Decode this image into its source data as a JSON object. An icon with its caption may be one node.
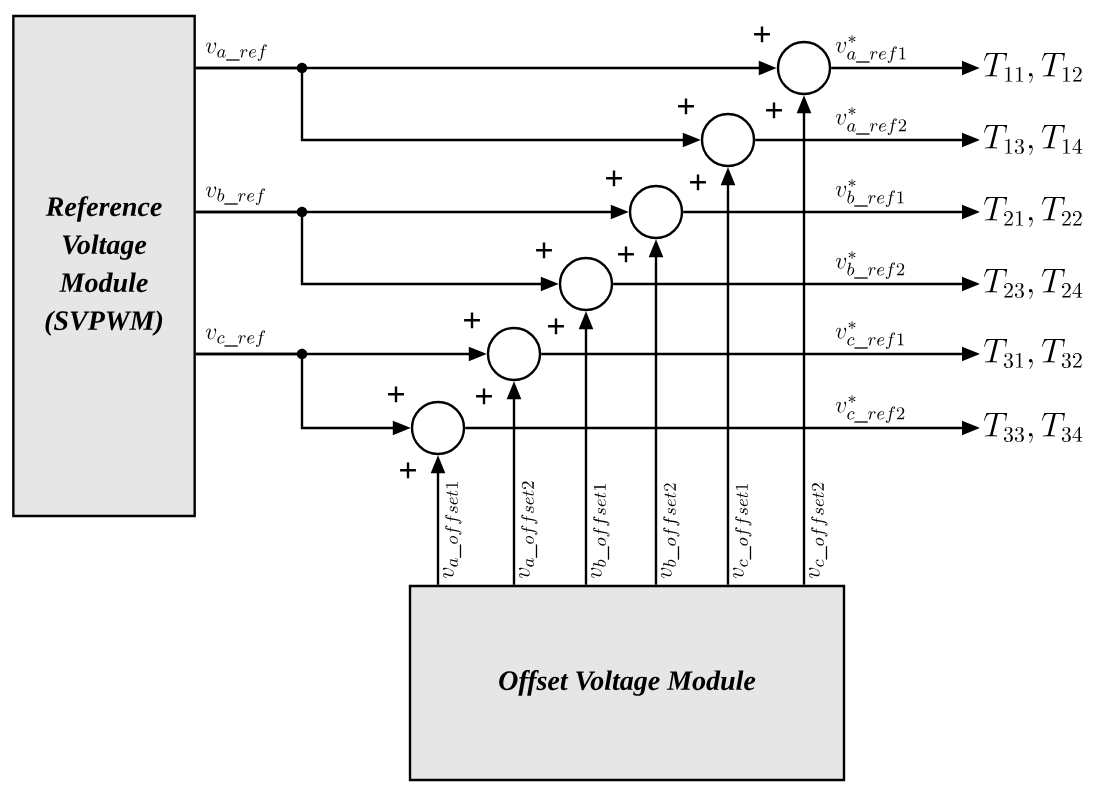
{
  "diagram": {
    "nodes": [
      {
        "text": [
          "Reference Voltage Module (SVPWM)"
        ]
      },
      {
        "text": [
          "Offset Voltage Module"
        ]
      },
      {
        "text": [],
        "shape": "circle"
      },
      {
        "text": [],
        "shape": "circle"
      },
      {
        "text": [],
        "shape": "circle"
      },
      {
        "text": [],
        "shape": "circle"
      },
      {
        "text": [],
        "shape": "circle"
      },
      {
        "text": [],
        "shape": "circle"
      },
      {
        "text": [
          "T_{11},T_{12}"
        ]
      },
      {
        "text": [
          "T_{13},T_{14}"
        ]
      },
      {
        "text": [
          "T_{21},T_{22}"
        ]
      },
      {
        "text": [
          "T_{23},T_{24}"
        ]
      },
      {
        "text": [
          "T_{31},T_{32}"
        ]
      },
      {
        "text": [
          "T_{33},T_{34}"
        ]
      }
    ],
    "edges": [
      {
        "from": 0,
        "to": 2,
        "arrow": "to",
        "label": "v_{a\\_ref}"
      },
      {
        "from": 0,
        "to": 3,
        "arrow": "to"
      },
      {
        "from": 0,
        "to": 4,
        "arrow": "to",
        "label": "v_{b\\_ref}"
      },
      {
        "from": 0,
        "to": 5,
        "arrow": "to"
      },
      {
        "from": 0,
        "to": 6,
        "arrow": "to",
        "label": "v_{c\\_ref}"
      },
      {
        "from": 0,
        "to": 7,
        "arrow": "to"
      },
      {
        "from": 1,
        "to": 7,
        "arrow": "to",
        "label": "v_{a\\_offset1}"
      },
      {
        "from": 1,
        "to": 6,
        "arrow": "to",
        "label": "v_{a\\_offset2}"
      },
      {
        "from": 1,
        "to": 5,
        "arrow": "to",
        "label": "v_{b\\_offset1}"
      },
      {
        "from": 1,
        "to": 4,
        "arrow": "to",
        "label": "v_{b\\_offset2}"
      },
      {
        "from": 1,
        "to": 3,
        "arrow": "to",
        "label": "v_{c\\_offset1}"
      },
      {
        "from": 1,
        "to": 2,
        "arrow": "to",
        "label": "v_{c\\_offset2}"
      },
      {
        "from": 2,
        "to": 8,
        "arrow": "to",
        "label": "v^{*}_{a\\_ref1}"
      },
      {
        "from": 3,
        "to": 9,
        "arrow": "to",
        "label": "v^{*}_{a\\_ref2}"
      },
      {
        "from": 4,
        "to": 10,
        "arrow": "to",
        "label": "v^{*}_{b\\_ref1}"
      },
      {
        "from": 5,
        "to": 11,
        "arrow": "to",
        "label": "v^{*}_{b\\_ref2}"
      },
      {
        "from": 6,
        "to": 12,
        "arrow": "to",
        "label": "v^{*}_{c\\_ref1}"
      },
      {
        "from": 7,
        "to": 13,
        "arrow": "to",
        "label": "v^{*}_{c\\_ref2}"
      }
    ],
    "labels": [
      "+",
      "+",
      "+",
      "+",
      "+",
      "+",
      "+",
      "+",
      "+",
      "+",
      "+",
      "+"
    ]
  }
}
